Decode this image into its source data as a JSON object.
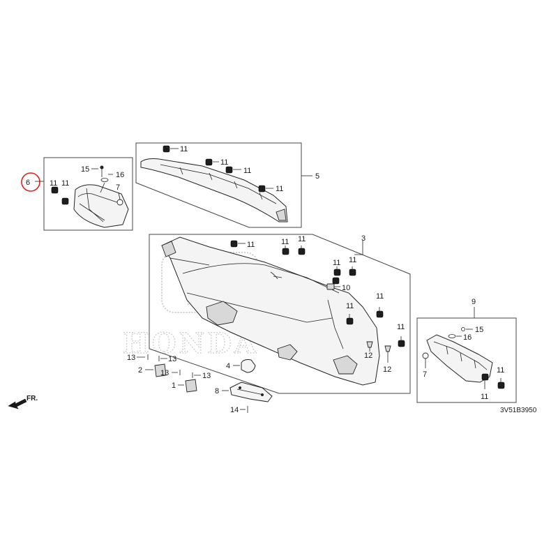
{
  "diagram_code": "3V51B3950",
  "direction_label": "FR.",
  "watermark_text": "HONDA",
  "highlight_color": "#e02020",
  "highlighted_part": "6",
  "part_numbers": {
    "p1": "1",
    "p2": "2",
    "p3": "3",
    "p4": "4",
    "p5": "5",
    "p6": "6",
    "p7": "7",
    "p8": "8",
    "p9": "9",
    "p10": "10",
    "p11": "11",
    "p12": "12",
    "p13": "13",
    "p14": "14",
    "p15": "15",
    "p16": "16"
  }
}
